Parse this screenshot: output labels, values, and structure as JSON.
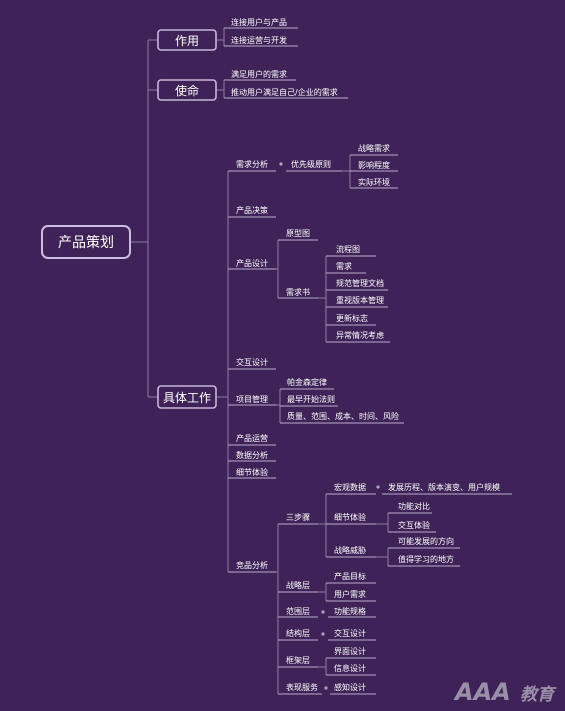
{
  "root": "产品策划",
  "watermark": {
    "brand": "AAA",
    "suffix": "教育"
  },
  "branches": {
    "zuoyong": {
      "label": "作用",
      "items": [
        "连接用户与产品",
        "连接运营与开发"
      ]
    },
    "shiming": {
      "label": "使命",
      "items": [
        "满足用户的需求",
        "推动用户满足自己/企业的需求"
      ]
    },
    "gongzuo": {
      "label": "具体工作",
      "xuqiu": {
        "label": "需求分析",
        "sub": "优先级原则",
        "items": [
          "战略需求",
          "影响程度",
          "实际环境"
        ]
      },
      "juece": "产品决策",
      "sheji": {
        "label": "产品设计",
        "yuanxing": "原型图",
        "xuqiushu": {
          "label": "需求书",
          "items": [
            "流程图",
            "需求",
            "规范管理文档",
            "重视版本管理",
            "更新标志",
            "异常情况考虑"
          ]
        }
      },
      "jiaohu": "交互设计",
      "xiangmu": {
        "label": "项目管理",
        "items": [
          "帕金森定律",
          "最早开始法则",
          "质量、范围、成本、时间、风险"
        ]
      },
      "yunying": "产品运营",
      "shuju": "数据分析",
      "xijie": "细节体验",
      "jingpin": {
        "label": "竞品分析",
        "sanbu": {
          "label": "三步骤",
          "hongguan": {
            "label": "宏观数据",
            "value": "发展历程、版本演变、用户规模"
          },
          "xijie": {
            "label": "细节体验",
            "items": [
              "功能对比",
              "交互体验"
            ]
          },
          "zhanlue": {
            "label": "战略威胁",
            "items": [
              "可能发展的方向",
              "值得学习的地方"
            ]
          }
        },
        "zhanluece": {
          "label": "战略层",
          "items": [
            "产品目标",
            "用户需求"
          ]
        },
        "fanwei": {
          "label": "范围层",
          "value": "功能规格"
        },
        "jiegou": {
          "label": "结构层",
          "value": "交互设计"
        },
        "kuangjia": {
          "label": "框架层",
          "items": [
            "界面设计",
            "信息设计"
          ]
        },
        "biaoxian": {
          "label": "表现服务",
          "value": "感知设计"
        }
      }
    }
  }
}
